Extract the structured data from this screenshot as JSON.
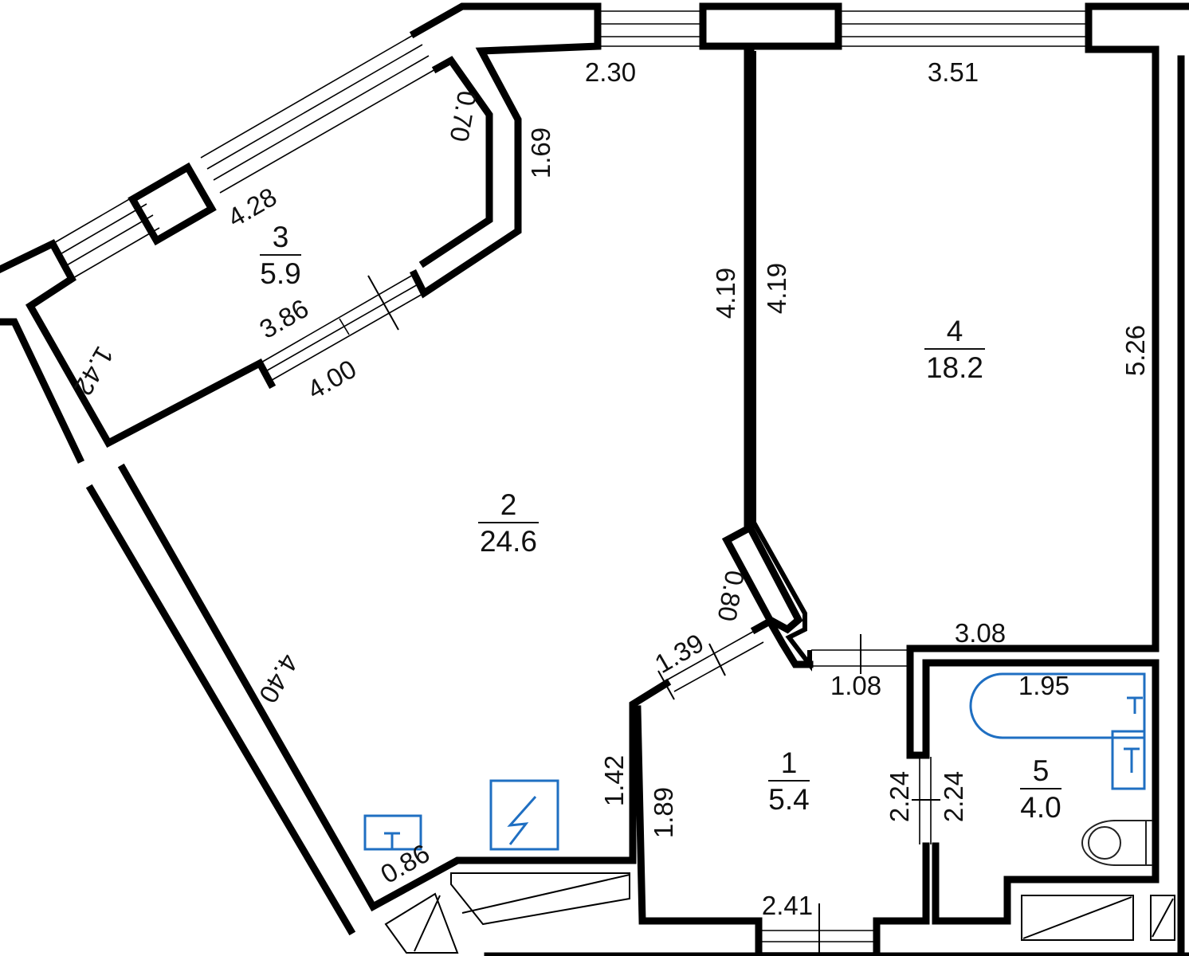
{
  "rooms": [
    {
      "number": "1",
      "area": "5.4"
    },
    {
      "number": "2",
      "area": "24.6"
    },
    {
      "number": "3",
      "area": "5.9"
    },
    {
      "number": "4",
      "area": "18.2"
    },
    {
      "number": "5",
      "area": "4.0"
    }
  ],
  "dimensions": {
    "d_2_30": "2.30",
    "d_3_51": "3.51",
    "d_0_70": "0.70",
    "d_1_69": "1.69",
    "d_4_28": "4.28",
    "d_3_86": "3.86",
    "d_4_00": "4.00",
    "d_1_42_balcony": "1.42",
    "d_4_19_left": "4.19",
    "d_4_19_right": "4.19",
    "d_5_26": "5.26",
    "d_0_80": "0.80",
    "d_1_39": "1.39",
    "d_3_08": "3.08",
    "d_1_08": "1.08",
    "d_1_95": "1.95",
    "d_4_40": "4.40",
    "d_1_42_hall": "1.42",
    "d_1_89": "1.89",
    "d_2_24_left": "2.24",
    "d_2_24_right": "2.24",
    "d_0_86": "0.86",
    "d_2_41": "2.41"
  },
  "colors": {
    "walls": "#000000",
    "fixtures": "#1f6fc2",
    "text": "#111111"
  },
  "icons": [
    "electrical-panel-icon",
    "sink-icon",
    "bathtub-icon",
    "washbasin-icon",
    "toilet-icon",
    "ventilation-duct-icon"
  ]
}
